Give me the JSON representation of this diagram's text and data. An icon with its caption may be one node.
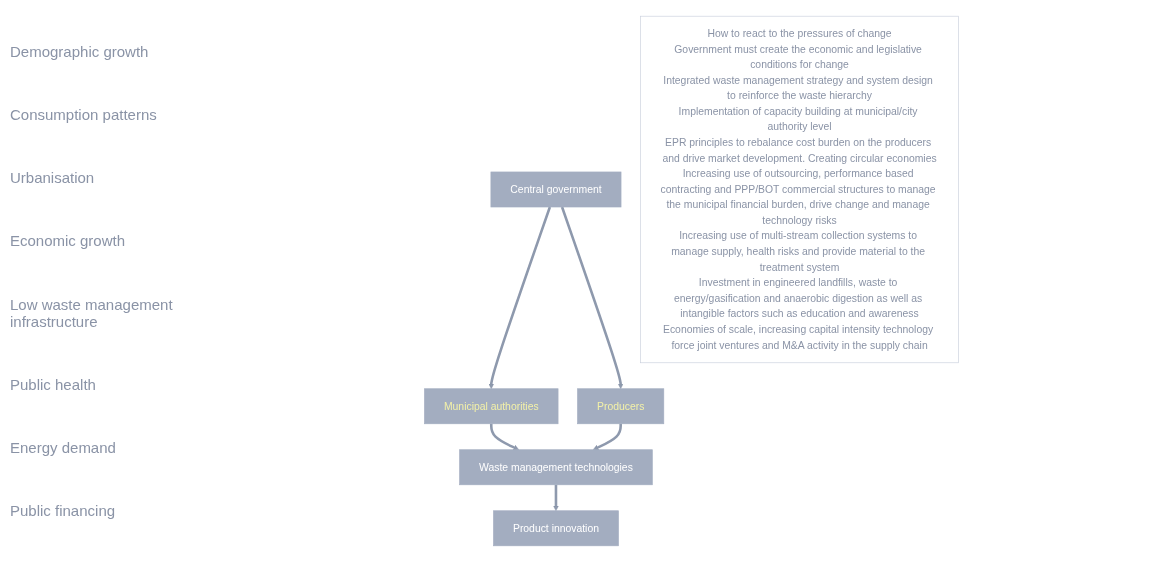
{
  "diagram": {
    "nodes": [
      {
        "text": [
          "Central government"
        ]
      },
      {
        "text": [
          "Municipal authorities"
        ]
      },
      {
        "text": [
          "Producers"
        ]
      },
      {
        "text": [
          "Waste management technologies"
        ]
      },
      {
        "text": [
          "Product innovation"
        ]
      },
      {
        "text": [
          "How to react to the pressures of change",
          "Government must create the economic and legislative conditions for change",
          "Integrated waste management strategy and system design to reinforce the waste hierarchy",
          "Implementation of capacity building at municipal/city authority level",
          "EPR principles to rebalance cost burden on the producers and drive market development. Creating circular economies",
          "Increasing use of outsourcing, performance based contracting and PPP/BOT commercial structures to manage the municipal financial burden, drive change and manage technology risks",
          "Increasing use of multi-stream collection systems to manage supply, health risks and provide material to the treatment system",
          "Investment in engineered landfills, waste to energy/gasification and anaerobic digestion as well as intangible factors such as education and awareness",
          "Economies of scale, increasing capital intensity technology force joint ventures and M&A activity in the supply chain"
        ]
      }
    ],
    "edges": [
      {
        "from": 0,
        "to": 1,
        "arrow": "to"
      },
      {
        "from": 0,
        "to": 2,
        "arrow": "to"
      },
      {
        "from": 1,
        "to": 3,
        "arrow": "to"
      },
      {
        "from": 2,
        "to": 3,
        "arrow": "to"
      },
      {
        "from": 3,
        "to": 4,
        "arrow": "to"
      }
    ],
    "labels": [
      "Demographic growth",
      "Consumption patterns",
      "Urbanisation",
      "Economic growth",
      "Low waste management infrastructure",
      "Public health",
      "Energy demand",
      "Public financing"
    ]
  }
}
